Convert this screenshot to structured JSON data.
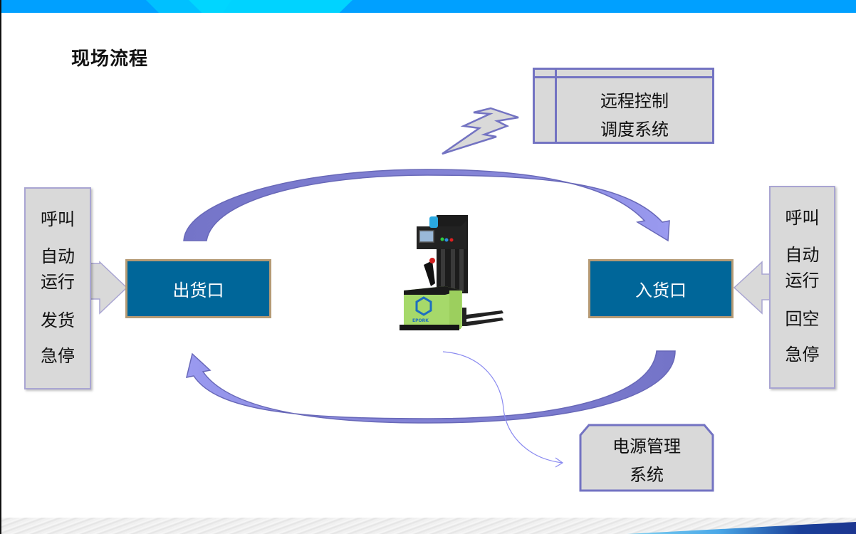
{
  "slide": {
    "title": "现场流程",
    "colors": {
      "top_bar": "#00a0ff",
      "port_fill": "#006699",
      "port_border": "#b59a74",
      "arrow_fill": "#7b7bcc",
      "panel_fill": "#d9d9d9",
      "panel_border": "#7373c2"
    }
  },
  "remote_control": {
    "lines": [
      "远程控制",
      "调度系统"
    ],
    "icon": "lightning-bolt-icon"
  },
  "left_panel": {
    "items": [
      "呼叫",
      "自动",
      "运行",
      "发货",
      "急停"
    ]
  },
  "right_panel": {
    "items": [
      "呼叫",
      "自动",
      "运行",
      "回空",
      "急停"
    ]
  },
  "outbound_port": {
    "label": "出货口"
  },
  "inbound_port": {
    "label": "入货口"
  },
  "center_vehicle": {
    "brand_text": "EPORK",
    "icon": "forklift-agv-icon"
  },
  "power_management": {
    "lines": [
      "电源管理",
      "系统"
    ]
  }
}
